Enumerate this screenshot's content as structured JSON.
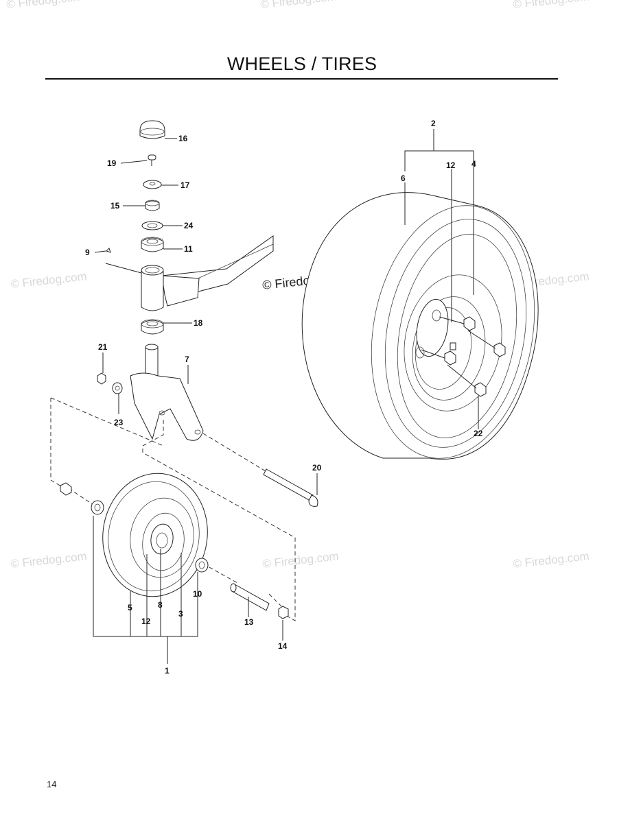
{
  "title": "WHEELS / TIRES",
  "page_number": "14",
  "watermarks": [
    "© Firedog.com",
    "© Firedog.com",
    "© Firedog.com",
    "© Firedog.com",
    "© Firedog.com",
    "© Firedog.com",
    "© Firedog.com",
    "© Firedog.com",
    "© Firedog.com"
  ],
  "copyright": "© Firedog.com",
  "callouts": [
    "16",
    "19",
    "17",
    "15",
    "24",
    "11",
    "9",
    "18",
    "21",
    "7",
    "23",
    "20",
    "5",
    "8",
    "10",
    "12",
    "3",
    "13",
    "14",
    "1",
    "2",
    "12",
    "4",
    "6",
    "22"
  ]
}
